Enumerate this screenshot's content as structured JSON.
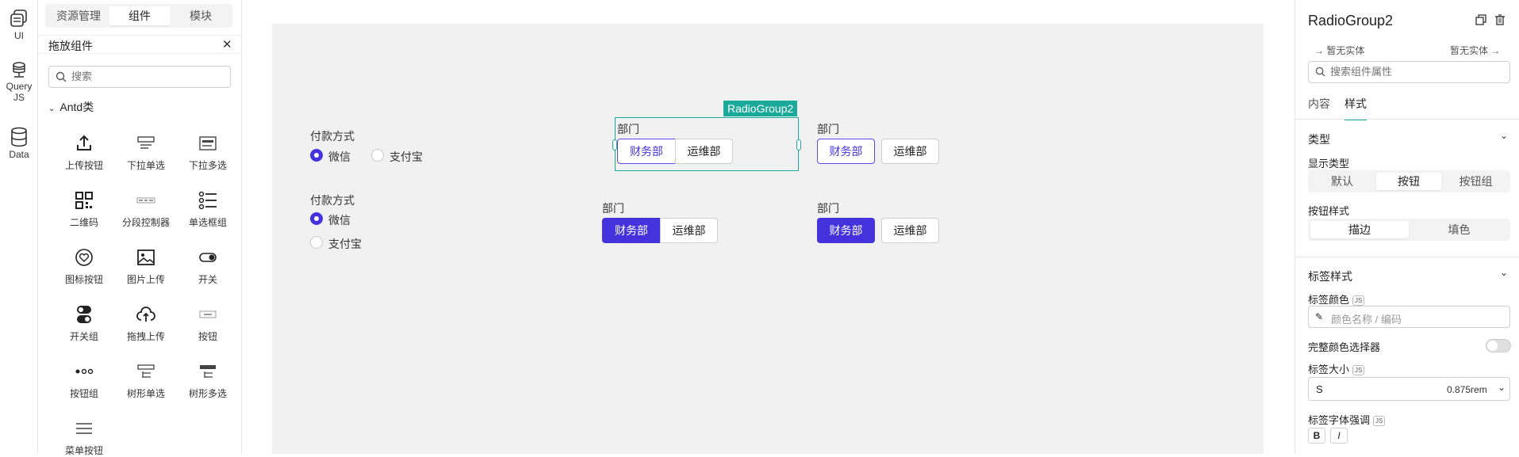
{
  "rail": {
    "items": [
      {
        "label": "UI",
        "icon": "ui-layers-icon"
      },
      {
        "label": "Query",
        "label2": "JS",
        "icon": "database-query-icon"
      },
      {
        "label": "Data",
        "icon": "database-icon"
      }
    ]
  },
  "panel": {
    "tabs": [
      "资源管理",
      "组件",
      "模块"
    ],
    "active_tab": "组件",
    "title": "拖放组件",
    "search_placeholder": "搜索",
    "group": "Antd类",
    "components": [
      "上传按钮",
      "下拉单选",
      "下拉多选",
      "二维码",
      "分段控制器",
      "单选框组",
      "图标按钮",
      "图片上传",
      "开关",
      "开关组",
      "拖拽上传",
      "按钮",
      "按钮组",
      "树形单选",
      "树形多选",
      "菜单按钮"
    ]
  },
  "canvas": {
    "pay_label_1": "付款方式",
    "pay_label_2": "付款方式",
    "option_wechat": "微信",
    "option_alipay": "支付宝",
    "dept_label": "部门",
    "dept_finance": "财务部",
    "dept_ops": "运维部",
    "selected_tag": "RadioGroup2",
    "accent": "#4433dd",
    "tag_color": "#1aa99a"
  },
  "props": {
    "title": "RadioGroup2",
    "entity_left": "暂无实体",
    "entity_right": "暂无实体",
    "search_placeholder": "搜索组件属性",
    "tabs": [
      "内容",
      "样式"
    ],
    "active_tab": "样式",
    "section_type": "类型",
    "display_type_label": "显示类型",
    "display_types": [
      "默认",
      "按钮",
      "按钮组"
    ],
    "display_type_active": "按钮",
    "button_style_label": "按钮样式",
    "button_styles": [
      "描边",
      "填色"
    ],
    "button_style_active": "描边",
    "section_label_style": "标签样式",
    "label_color": "标签颜色",
    "js_badge": "JS",
    "color_placeholder": "颜色名称 / 编码",
    "full_picker": "完整颜色选择器",
    "label_size": "标签大小",
    "size_value": "S",
    "size_rem": "0.875rem",
    "font_emphasis": "标签字体强调",
    "bold": "B",
    "italic": "I"
  }
}
